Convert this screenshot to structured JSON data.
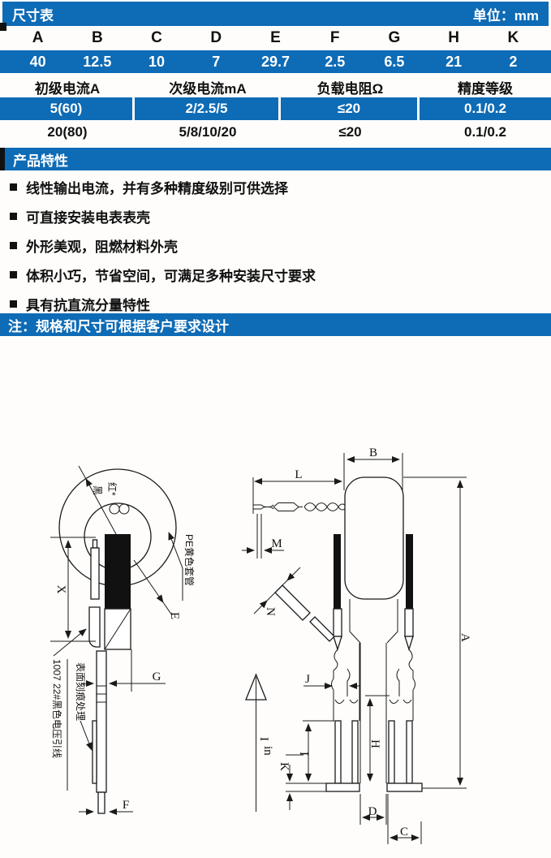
{
  "unit_bar": {
    "title": "尺寸表",
    "unit": "单位：mm"
  },
  "dim_table": {
    "headers": [
      "A",
      "B",
      "C",
      "D",
      "E",
      "F",
      "G",
      "H",
      "K"
    ],
    "values": [
      "40",
      "12.5",
      "10",
      "7",
      "29.7",
      "2.5",
      "6.5",
      "21",
      "2"
    ]
  },
  "spec_table": {
    "headers": [
      "初级电流A",
      "次级电流mA",
      "负载电阻Ω",
      "精度等级"
    ],
    "rows": [
      [
        "5(60)",
        "2/2.5/5",
        "≤20",
        "0.1/0.2"
      ],
      [
        "20(80)",
        "5/8/10/20",
        "≤20",
        "0.1/0.2"
      ]
    ]
  },
  "features": {
    "title": "产品特性",
    "items": [
      "线性输出电流，并有多种精度级别可供选择",
      "可直接安装电表表壳",
      "外形美观，阻燃材料外壳",
      "体积小巧，节省空间，可满足多种安装尺寸要求",
      "具有抗直流分量特性"
    ]
  },
  "note": "注：规格和尺寸可根据客户要求设计",
  "drawing": {
    "labels": {
      "X": "X",
      "E": "E",
      "G": "G",
      "F": "F",
      "B": "B",
      "L": "L",
      "M": "M",
      "N": "N",
      "A": "A",
      "J": "J",
      "H": "H",
      "I": "I",
      "K": "K",
      "D": "D",
      "C": "C",
      "iin_main": "I",
      "iin_sub": "in",
      "red": "红*",
      "black": "黑",
      "pe": "PE黄色套管",
      "lead": "1007  22#黑色电压引线",
      "surface": "表面刻痕处理"
    }
  },
  "colors": {
    "bar_blue": "#0e6bb5",
    "text_dark": "#111111",
    "page_bg": "#fefdfb"
  }
}
